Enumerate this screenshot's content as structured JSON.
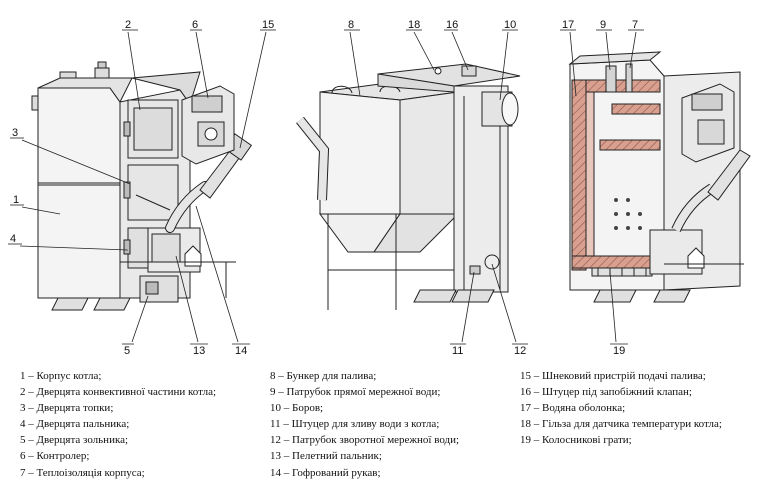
{
  "callouts": [
    "1",
    "2",
    "3",
    "4",
    "5",
    "6",
    "7",
    "8",
    "9",
    "10",
    "11",
    "12",
    "13",
    "14",
    "15",
    "16",
    "17",
    "18",
    "19"
  ],
  "legend": {
    "col1": [
      "1 – Корпус котла;",
      "2 – Дверцята конвективної частини котла;",
      "3 – Дверцята топки;",
      "4 – Дверцята пальника;",
      "5 – Дверцята зольника;",
      "6 – Контролер;",
      "7 – Теплоізоляція корпуса;"
    ],
    "col2": [
      "8 – Бункер для палива;",
      "9 – Патрубок прямої мережної води;",
      "10 – Боров;",
      "11 – Штуцер для зливу води з котла;",
      "12 – Патрубок зворотної мережної води;",
      "13 – Пелетний пальник;",
      "14 – Гофрований рукав;"
    ],
    "col3": [
      "15 – Шнековий пристрій подачі палива;",
      "16 – Штуцер під запобіжний клапан;",
      "17 – Водяна оболонка;",
      "18 – Гільза для датчика температури котла;",
      "19 – Колосникові грати;"
    ]
  },
  "colors": {
    "line": "#222222",
    "panel": "#eeeeee",
    "panel_dark": "#c8c8c8",
    "insulation": "#d9a090",
    "hatch": "#666666"
  }
}
